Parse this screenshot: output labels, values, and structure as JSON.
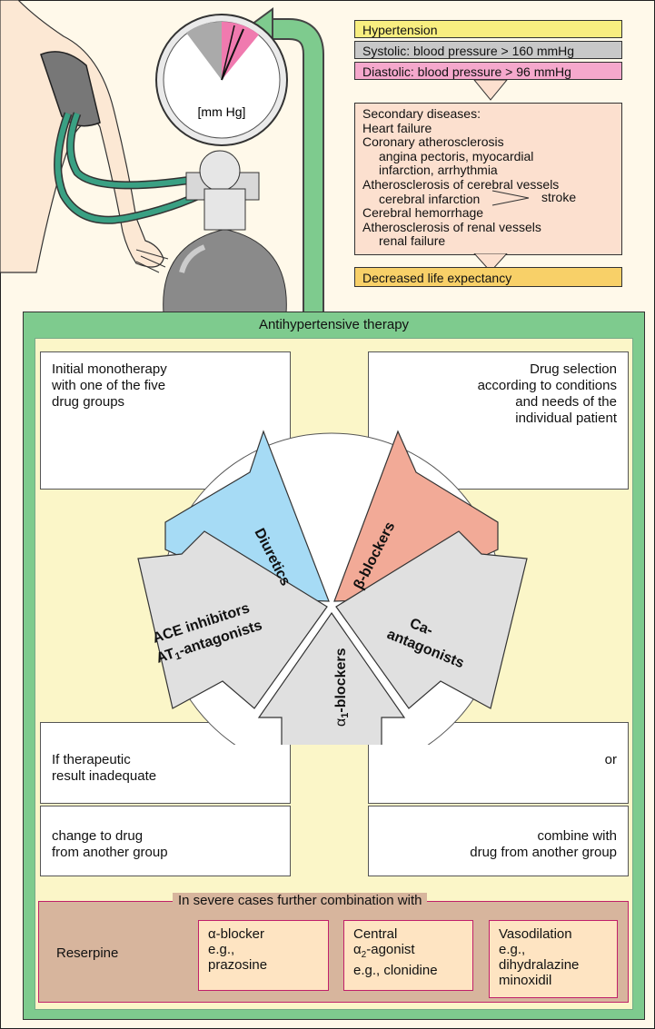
{
  "gauge": {
    "unit": "[mm Hg]"
  },
  "hypertension": {
    "title": "Hypertension",
    "systolic": "Systolic: blood pressure > 160 mmHg",
    "diastolic": "Diastolic: blood pressure > 96 mmHg"
  },
  "secondary": {
    "lines": [
      "Secondary diseases:",
      "Heart failure",
      "Coronary atherosclerosis",
      "angina pectoris, myocardial",
      "infarction, arrhythmia",
      "Atherosclerosis of cerebral vessels",
      "cerebral infarction",
      "Cerebral hemorrhage",
      "Atherosclerosis of renal vessels",
      "renal failure"
    ],
    "stroke": "stroke"
  },
  "life": "Decreased life expectancy",
  "therapy": {
    "title": "Antihypertensive therapy",
    "top_left": [
      "Initial monotherapy",
      "with one of the five",
      "drug groups"
    ],
    "top_right": [
      "Drug selection",
      "according to conditions",
      "and needs of the",
      "individual patient"
    ],
    "mid_left": [
      "If therapeutic",
      "result inadequate"
    ],
    "mid_right": "or",
    "low_left": [
      "change to drug",
      "from another group"
    ],
    "low_right": [
      "combine with",
      "drug from another group"
    ]
  },
  "drugs": {
    "diuretics": "Diuretics",
    "beta": "β-blockers",
    "ca_1": "Ca-",
    "ca_2": "antagonists",
    "alpha": "α",
    "alpha_sub": "1",
    "alpha_rest": "-blockers",
    "ace_1": "ACE inhibitors",
    "ace_2a": "AT",
    "ace_2sub": "1",
    "ace_2b": "-antagonists"
  },
  "severe": {
    "title": "In severe cases further combination with",
    "reserpine": "Reserpine",
    "alpha_blocker": [
      "α-blocker",
      "e.g.,",
      "prazosine"
    ],
    "central_1": "Central",
    "central_2a": "α",
    "central_2sub": "2",
    "central_2b": "-agonist",
    "central_3": "e.g., clonidine",
    "vaso": [
      "Vasodilation",
      "e.g.,",
      "dihydralazine",
      "minoxidil"
    ]
  },
  "colors": {
    "diuretics": "#a6dbf5",
    "beta": "#f2aa97",
    "grey_petal": "#e0e0e0",
    "therapy_frame": "#7ecb8e",
    "inner_bg": "#fbf6c8",
    "hypertension": "#f8ee80",
    "systolic": "#c8c8c8",
    "diastolic": "#f5a8cc",
    "secondary": "#fce0cf",
    "life": "#f8d068",
    "severe_bg": "#d7b59d",
    "severe_box": "#fee4c2"
  }
}
